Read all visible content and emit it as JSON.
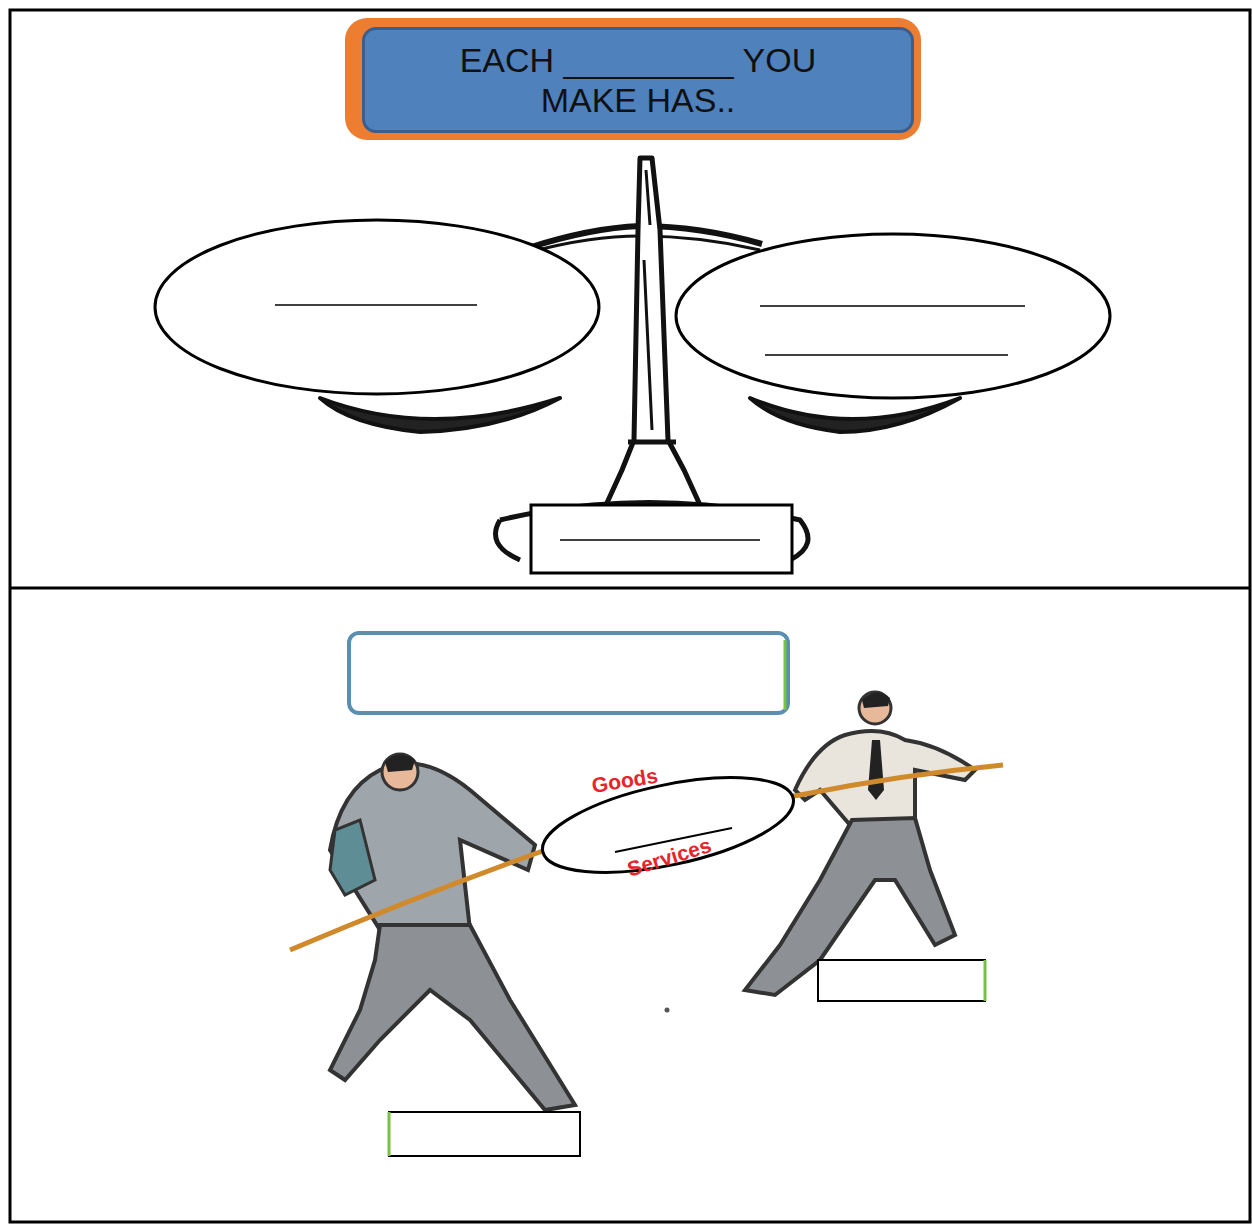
{
  "diagram": {
    "nodes": [
      {
        "text": [
          "EACH _________ YOU MAKE HAS.."
        ]
      }
    ],
    "labels": [
      "Goods",
      "Services"
    ]
  }
}
